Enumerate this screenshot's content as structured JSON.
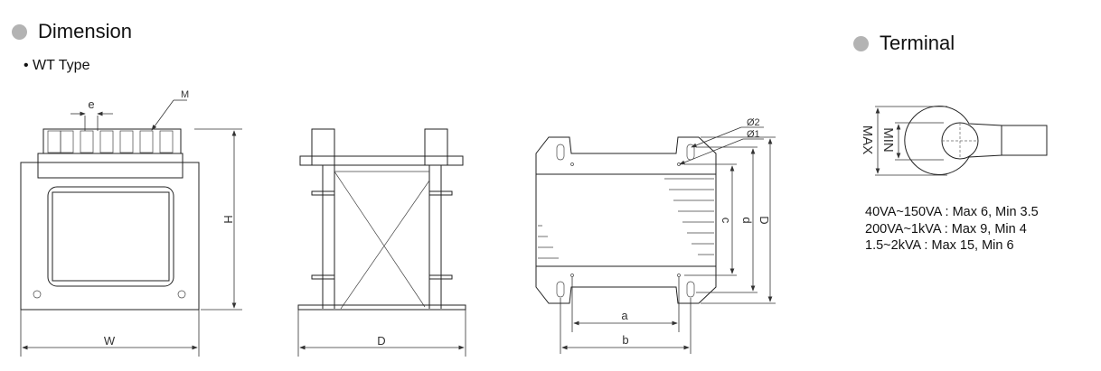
{
  "dimension": {
    "title": "Dimension",
    "subtitle": "• WT Type",
    "labels": {
      "e": "e",
      "M": "M",
      "H": "H",
      "W": "W",
      "D_side": "D",
      "phi2": "Ø2",
      "phi1": "Ø1",
      "c": "c",
      "d": "d",
      "D_top": "D",
      "a": "a",
      "b": "b"
    }
  },
  "terminal": {
    "title": "Terminal",
    "labels": {
      "max": "MAX",
      "min": "MIN"
    },
    "specs": [
      "40VA~150VA : Max 6,  Min 3.5",
      "200VA~1kVA : Max 9,  Min 4",
      "1.5~2kVA : Max 15,  Min 6"
    ]
  },
  "colors": {
    "bullet": "#b3b3b3"
  }
}
